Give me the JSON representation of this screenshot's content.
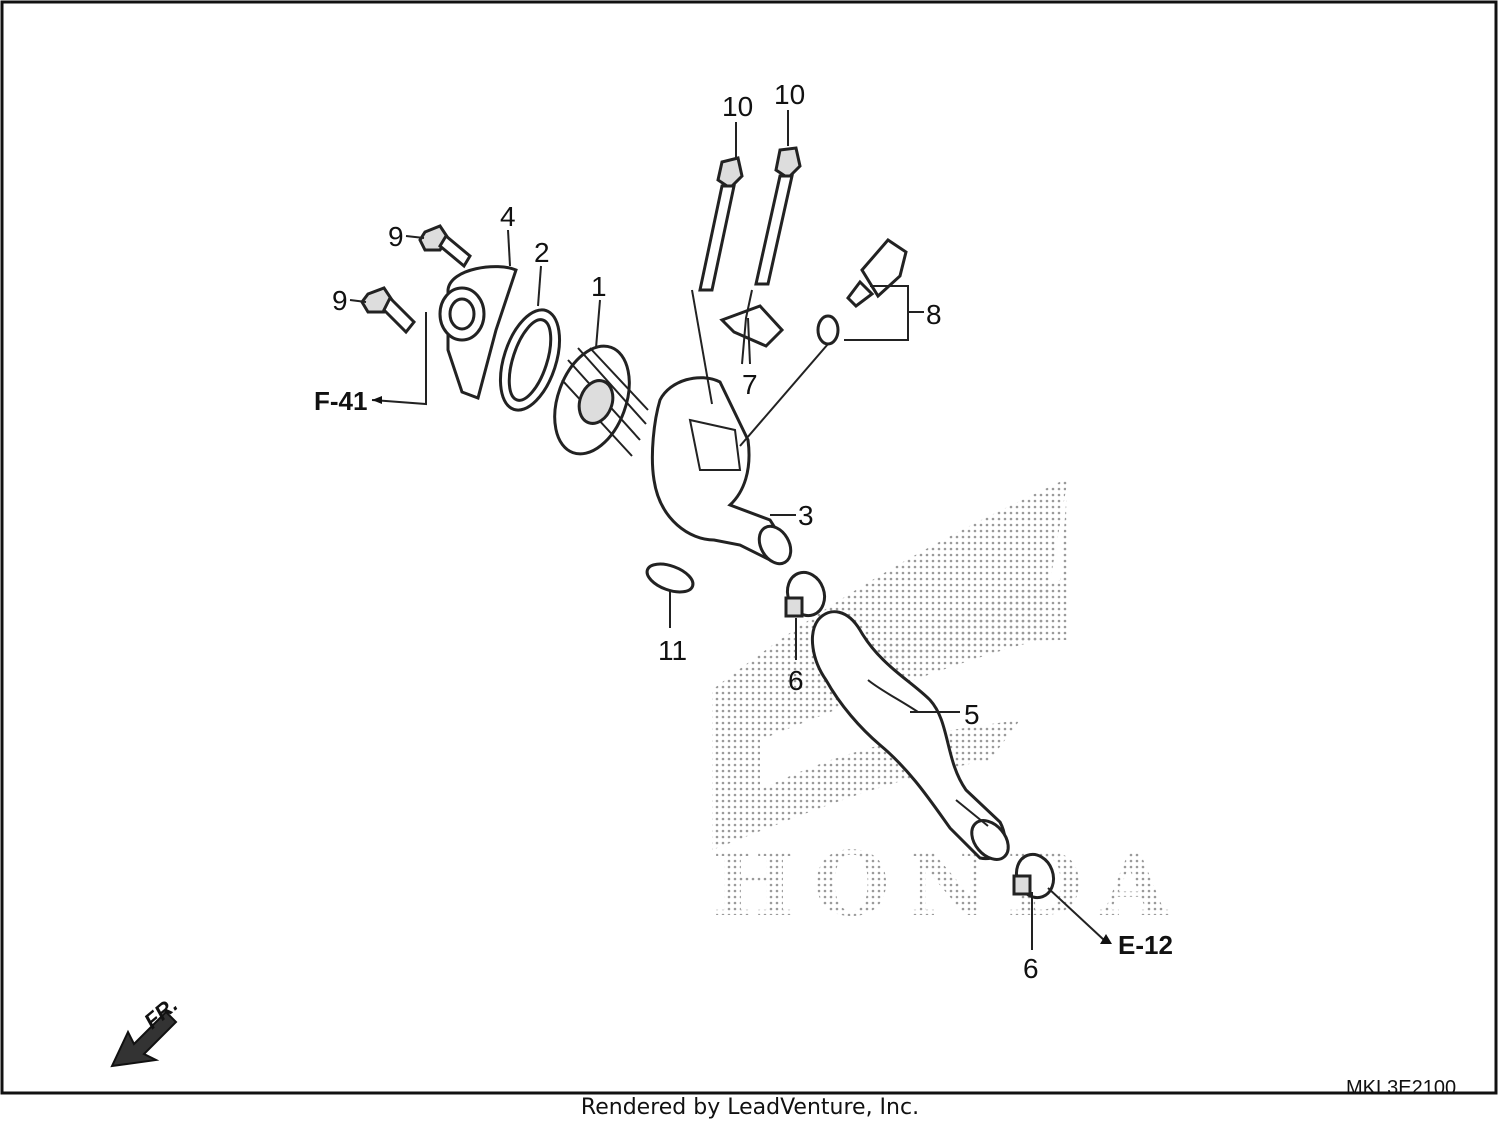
{
  "diagram": {
    "callouts": {
      "c1": "1",
      "c2": "2",
      "c3": "3",
      "c4": "4",
      "c5": "5",
      "c6a": "6",
      "c6b": "6",
      "c7": "7",
      "c8": "8",
      "c9a": "9",
      "c9b": "9",
      "c10a": "10",
      "c10b": "10",
      "c11": "11"
    },
    "references": {
      "left": "F-41",
      "right": "E-12"
    },
    "front_arrow": "FR.",
    "watermark_text": "HONDA",
    "diagram_code": "MKL3E2100",
    "footer": "Rendered by LeadVenture, Inc."
  },
  "colors": {
    "frame": "#111111",
    "ink": "#222222",
    "watermark": "#9a9a9a"
  }
}
